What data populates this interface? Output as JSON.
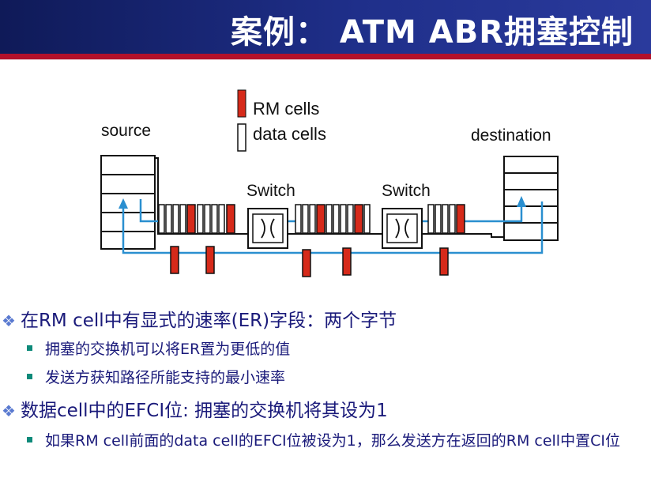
{
  "title": "案例： ATM ABR拥塞控制",
  "diagram": {
    "legend_rm": "RM cells",
    "legend_data": "data cells",
    "source_label": "source",
    "destination_label": "destination",
    "switch1_label": "Switch",
    "switch2_label": "Switch",
    "colors": {
      "rm_cell": "#d62a1a",
      "link": "#2a8fd0",
      "wire": "#111111"
    }
  },
  "bullets": [
    {
      "level": 1,
      "text": "在RM cell中有显式的速率(ER)字段：两个字节"
    },
    {
      "level": 2,
      "text": "拥塞的交换机可以将ER置为更低的值"
    },
    {
      "level": 2,
      "text": "发送方获知路径所能支持的最小速率"
    },
    {
      "level": 1,
      "text": "数据cell中的EFCI位: 拥塞的交换机将其设为1"
    },
    {
      "level": 2,
      "text": "如果RM cell前面的data cell的EFCI位被设为1，那么发送方在返回的RM cell中置CI位"
    }
  ]
}
